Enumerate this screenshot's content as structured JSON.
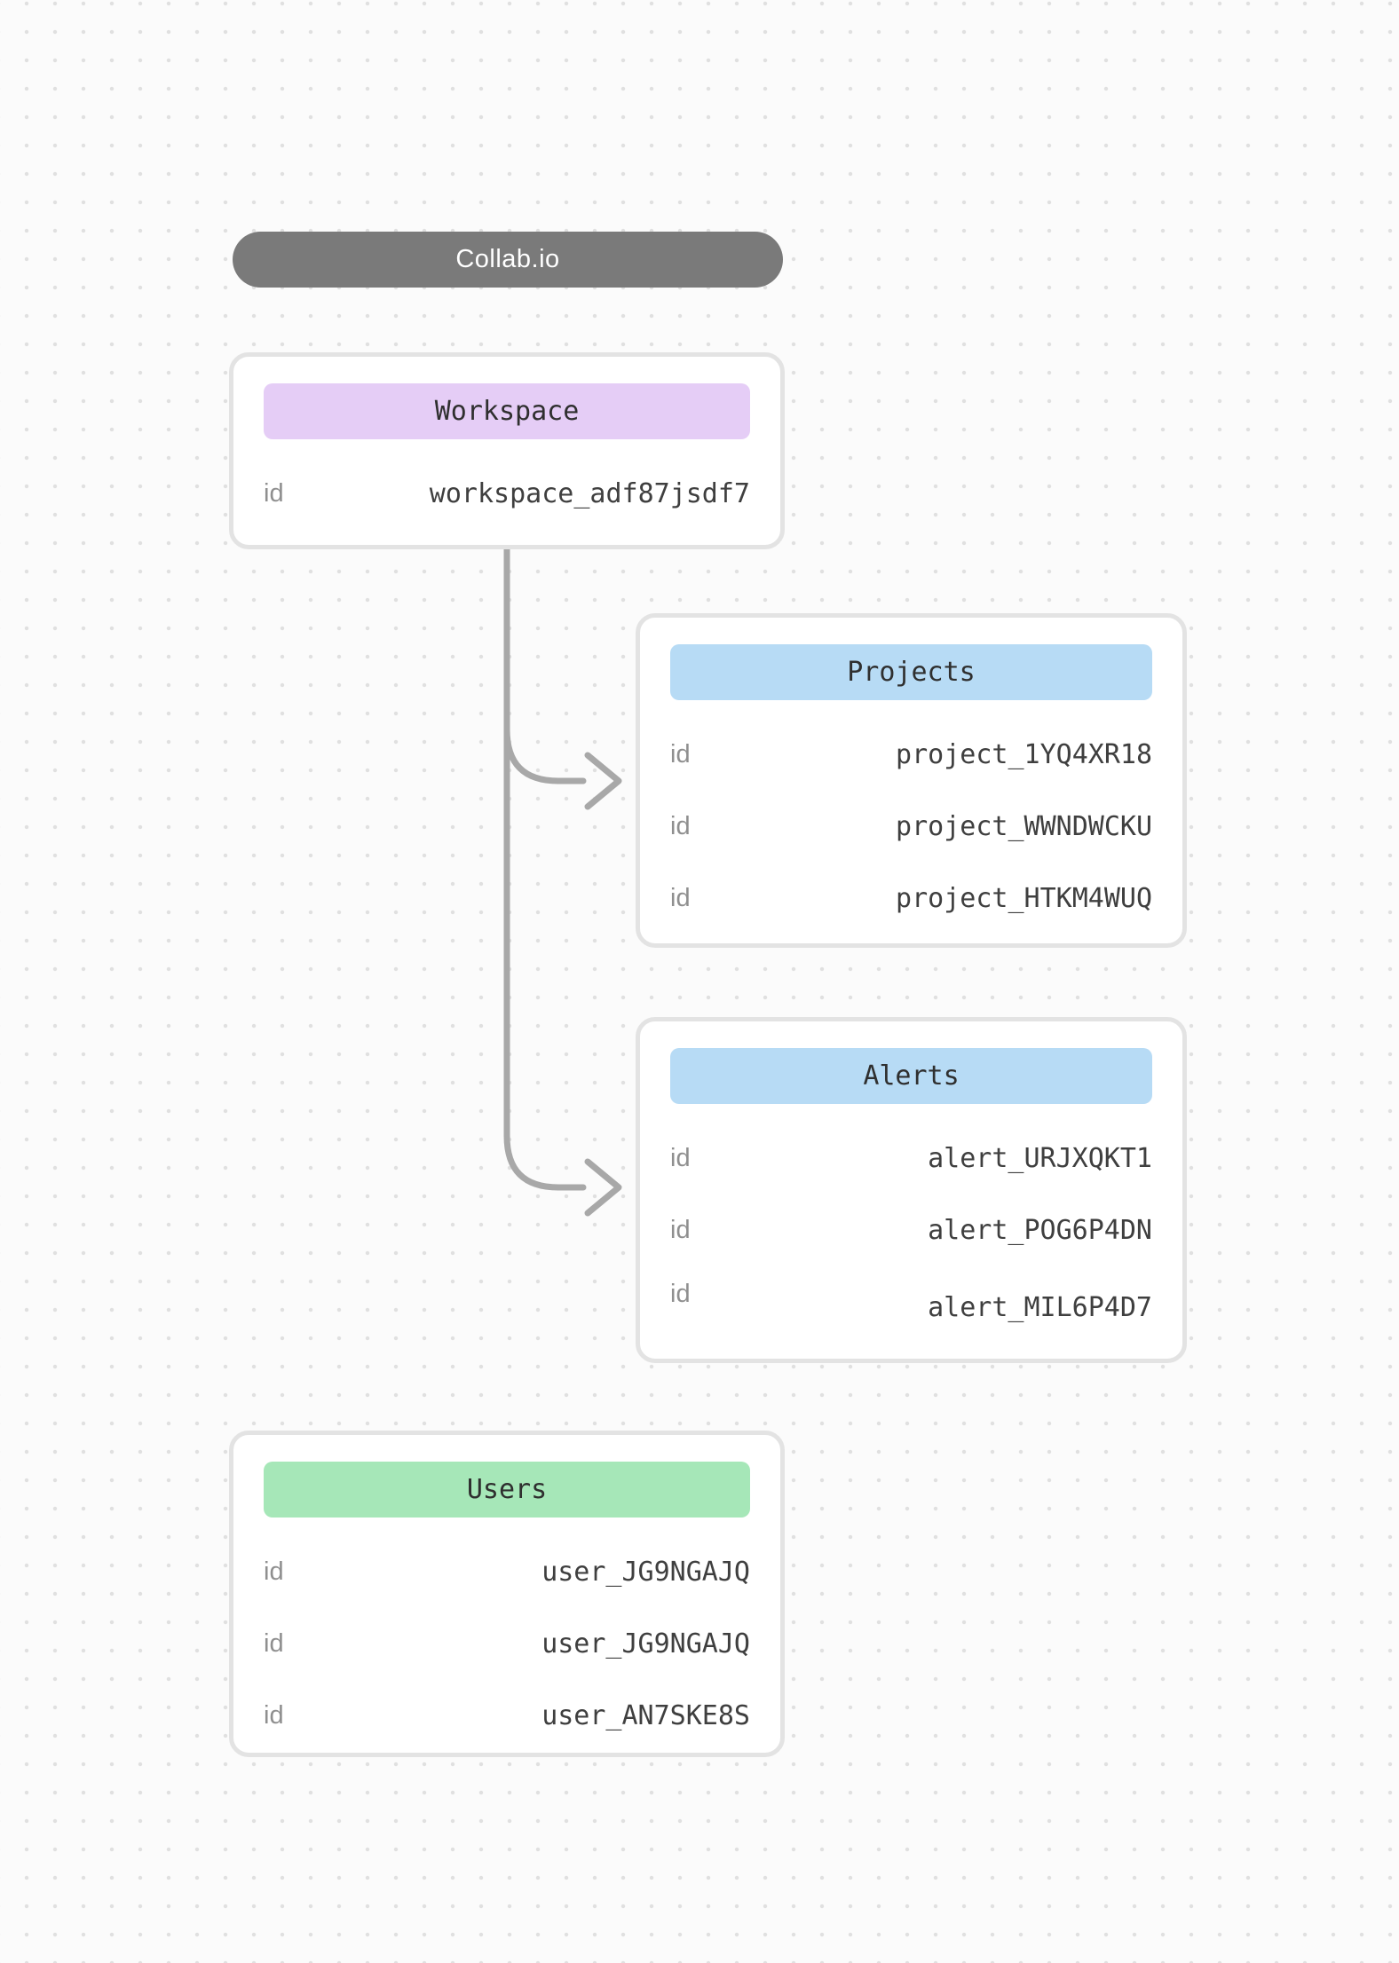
{
  "diagram": {
    "title_pill": {
      "label": "Collab.io",
      "bg": "#7a7a7a"
    },
    "nodes": [
      {
        "key": "workspace",
        "title": "Workspace",
        "header_bg": "#e5cdf6",
        "rows": [
          {
            "label": "id",
            "value": "workspace_adf87jsdf7"
          }
        ]
      },
      {
        "key": "projects",
        "title": "Projects",
        "header_bg": "#b7dbf5",
        "rows": [
          {
            "label": "id",
            "value": "project_1YQ4XR18"
          },
          {
            "label": "id",
            "value": "project_WWNDWCKU"
          },
          {
            "label": "id",
            "value": "project_HTKM4WUQ"
          }
        ]
      },
      {
        "key": "alerts",
        "title": "Alerts",
        "header_bg": "#b7dbf5",
        "rows": [
          {
            "label": "id",
            "value": "alert_URJXQKT1"
          },
          {
            "label": "id",
            "value": "alert_POG6P4DN"
          },
          {
            "label": "id",
            "value": "alert_MIL6P4D7"
          }
        ]
      },
      {
        "key": "users",
        "title": "Users",
        "header_bg": "#a6e7b8",
        "rows": [
          {
            "label": "id",
            "value": "user_JG9NGAJQ"
          },
          {
            "label": "id",
            "value": "user_JG9NGAJQ"
          },
          {
            "label": "id",
            "value": "user_AN7SKE8S"
          }
        ]
      }
    ],
    "connections": [
      {
        "from": "workspace",
        "to": "projects"
      },
      {
        "from": "workspace",
        "to": "alerts"
      }
    ],
    "colors": {
      "connector": "#a8a8a8",
      "card_border": "#e3e3e3",
      "background": "#fbfbfb",
      "dot": "#e0e0e0"
    }
  }
}
